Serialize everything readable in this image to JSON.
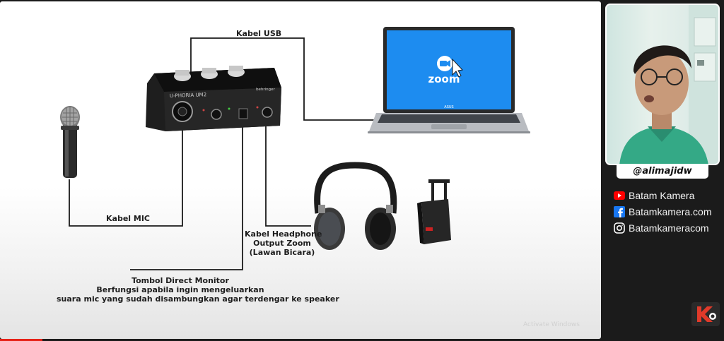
{
  "diagram": {
    "labels": {
      "usb_cable": "Kabel USB",
      "mic_cable": "Kabel MIC",
      "headphone_cable": [
        "Kabel Headphone",
        "Output Zoom",
        "(Lawan Bicara)"
      ],
      "direct_monitor": [
        "Tombol Direct Monitor",
        "Berfungsi apabila ingin mengeluarkan",
        "suara mic yang sudah disambungkan agar terdengar ke speaker"
      ]
    },
    "audio_interface": {
      "model": "U-PHORIA UM2",
      "brand": "behringer"
    },
    "laptop": {
      "app_text": "zoom",
      "brand": "ASUS"
    },
    "watermark": "Activate Windows"
  },
  "presenter": {
    "handle": "@alimajidw",
    "socials": [
      {
        "platform": "YouTube",
        "icon": "youtube-icon",
        "label": "Batam Kamera",
        "color": "#ff0000"
      },
      {
        "platform": "Facebook",
        "icon": "facebook-icon",
        "label": "Batamkamera.com",
        "color": "#1877f2"
      },
      {
        "platform": "Instagram",
        "icon": "instagram-icon",
        "label": "Batamkameracom",
        "color": "#ffffff"
      }
    ]
  },
  "colors": {
    "zoom_blue": "#1d8cf0",
    "cable": "#1a1a1a",
    "panel_bg": "#1b1b1b"
  }
}
